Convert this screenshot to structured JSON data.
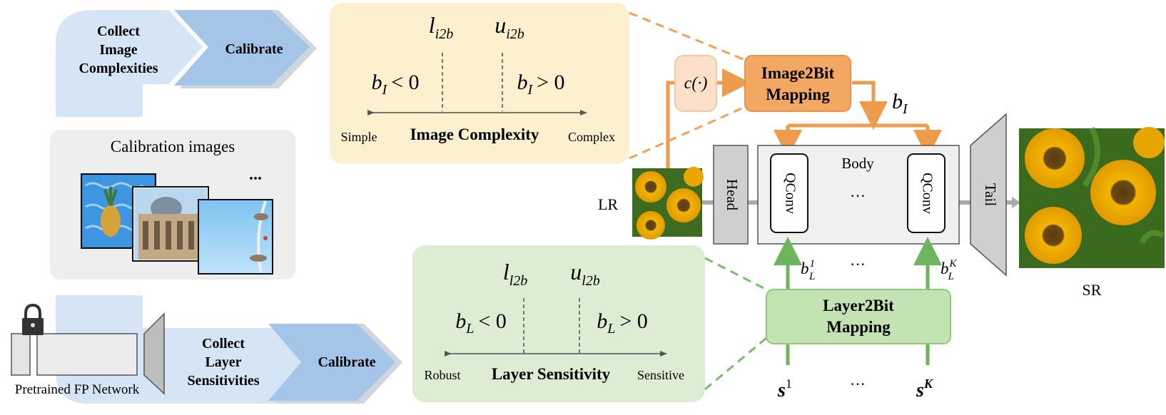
{
  "top_pipeline": {
    "step1": [
      "Collect",
      "Image",
      "Complexities"
    ],
    "step2": "Calibrate"
  },
  "calib_box": {
    "title": "Calibration images",
    "ellipsis": "..."
  },
  "bottom_pipeline": {
    "network_label": "Pretrained FP Network",
    "step1": [
      "Collect",
      "Layer",
      "Sensitivities"
    ],
    "step2": "Calibrate"
  },
  "image_panel": {
    "lower_var": "l",
    "lower_sub": "i2b",
    "upper_var": "u",
    "upper_sub": "i2b",
    "left_cond": "b",
    "left_cond_sub": "I",
    "left_op": "< 0",
    "right_cond": "b",
    "right_cond_sub": "I",
    "right_op": "> 0",
    "axis_left": "Simple",
    "axis_title": "Image Complexity",
    "axis_right": "Complex"
  },
  "layer_panel": {
    "lower_var": "l",
    "lower_sub": "l2b",
    "upper_var": "u",
    "upper_sub": "l2b",
    "left_cond": "b",
    "left_cond_sub": "L",
    "left_op": "< 0",
    "right_cond": "b",
    "right_cond_sub": "L",
    "right_op": "> 0",
    "axis_left": "Robust",
    "axis_title": "Layer Sensitivity",
    "axis_right": "Sensitive"
  },
  "network": {
    "c_func": "c(·)",
    "image2bit": [
      "Image2Bit",
      "Mapping"
    ],
    "b_i": "b",
    "b_i_sub": "I",
    "lr": "LR",
    "head": "Head",
    "body": "Body",
    "qconv1": "QConv",
    "qconv2": "QConv",
    "dots_body": "···",
    "tail": "Tail",
    "sr": "SR",
    "b_l1": "b",
    "b_l1_sub": "L",
    "b_l1_sup": "1",
    "b_lk": "b",
    "b_lk_sub": "L",
    "b_lk_sup": "K",
    "dots_bits": "···",
    "layer2bit": [
      "Layer2Bit",
      "Mapping"
    ],
    "s1": "s",
    "s1_sup": "1",
    "sk": "s",
    "sk_sup": "K",
    "dots_s": "···"
  },
  "colors": {
    "orange": "#f0a050",
    "orange_fill": "#f3ad6e",
    "green": "#6fb860",
    "green_fill": "#c5e4b5",
    "yellow_panel": "#fdf0cf",
    "green_panel": "#dcedd3",
    "light_blue": "#d3e4f4",
    "mid_blue": "#a9c9ea",
    "gray_box": "#eeeeee"
  }
}
